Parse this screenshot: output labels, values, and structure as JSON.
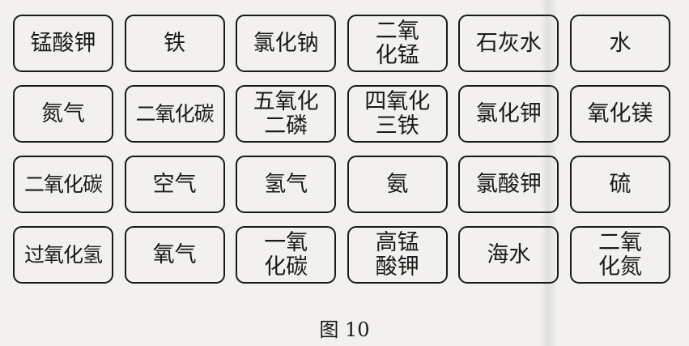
{
  "cards": [
    [
      "锰酸钾",
      "铁",
      "氯化钠",
      "二氧\n化锰",
      "石灰水",
      "水"
    ],
    [
      "氮气",
      "二氧化碳",
      "五氧化\n二磷",
      "四氧化\n三铁",
      "氯化钾",
      "氧化镁"
    ],
    [
      "二氧化碳",
      "空气",
      "氢气",
      "氨",
      "氯酸钾",
      "硫"
    ],
    [
      "过氧化氢",
      "氧气",
      "一氧\n化碳",
      "高锰\n酸钾",
      "海水",
      "二氧\n化氮"
    ]
  ],
  "caption": "图 10"
}
